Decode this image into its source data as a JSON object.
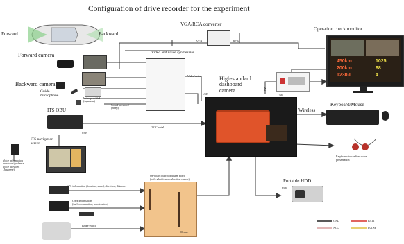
{
  "title": "Configuration of drive recorder for the experiment",
  "labels": {
    "forward": "Forward",
    "backward": "Backward",
    "vga_converter": "VGA/RCA converter",
    "operation_monitor": "Operation check monitor",
    "forward_camera": "Forward camera",
    "video_voice_synth": "Video and voice synthesizer",
    "video_voice": "Video/voice",
    "high_std_cam": "High-standard\ndashboard\ncamera",
    "backward_camera": "Backward camera",
    "guide_microphone": "Guide\nmicrophone",
    "voice_provided": "Voice provided\n(Japanese)",
    "sound_provided": "Sound provided\n(Beep)",
    "its_obu": "ITS OBU",
    "its_nav": "ITS navigation\nscreen",
    "nav_note": "Voice information\nprovision/guidance\nVoice provided\n(Japanese)",
    "serial": "232C serial",
    "wireless": "Wireless",
    "keyboard_mouse": "Keyboard/Mouse",
    "earphones": "Earphones to confirm voice\npresentation",
    "onboard_board": "On-board microcomputer board\n(with a built-in acceleration sensor)",
    "gps_info": "GPS information (location, speed, direction, distance)",
    "can_info": "CAN information\n(fuel consumption, acceleration)",
    "brake_switch": "Brake switch",
    "portable_hdd": "Portable HDD",
    "small_tag_vga": "VGA",
    "small_tag_rca": "RCA",
    "small_tag_usb": "USB",
    "small_tag_usb2": "USB",
    "small_tag_usb3": "USB",
    "small_tag_usb4": "USB",
    "board_count": "20cons.",
    "legend": {
      "gnd": "GND",
      "batt": "BATT",
      "acc": "ACC",
      "pulse": "PULSE"
    },
    "monitor_screen": {
      "r1a": "450km",
      "r1b": "1025",
      "r2a": "200km",
      "r2b": "68",
      "r3a": "1230-L",
      "r3b": "4"
    }
  },
  "colors": {
    "recorder_orange": "#e0542a",
    "board_orange": "#f2c48c",
    "wire": "#333333",
    "bg": "#ffffff"
  }
}
